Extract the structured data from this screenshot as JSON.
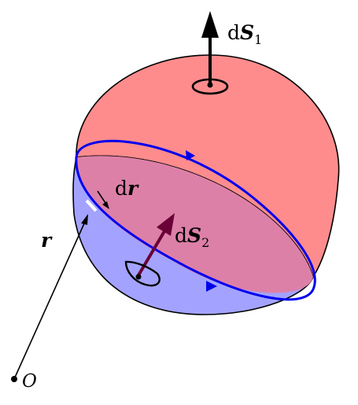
{
  "labels": {
    "ds1": {
      "d": "d",
      "vec": "S",
      "sub": "1"
    },
    "ds2": {
      "d": "d",
      "vec": "S",
      "sub": "2"
    },
    "dr": {
      "d": "d",
      "vec": "r"
    },
    "r": "r",
    "origin": "O"
  },
  "colors": {
    "upper_surface": "#ff8c8c",
    "lower_surface": "#a3a3ff",
    "inner_disk": "#dd80a8",
    "boundary_curve": "#0000ee",
    "ds2_arrow": "#6a0038",
    "outline": "#000000"
  }
}
